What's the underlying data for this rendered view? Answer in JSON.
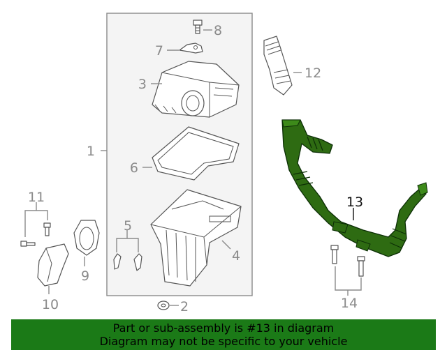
{
  "callouts": {
    "c1": "1",
    "c2": "2",
    "c3": "3",
    "c4": "4",
    "c5": "5",
    "c6": "6",
    "c7": "7",
    "c8": "8",
    "c9": "9",
    "c10": "10",
    "c11": "11",
    "c12": "12",
    "c13": "13",
    "c14": "14"
  },
  "colors": {
    "highlight_part": "#2e6b12",
    "banner_bg": "#1b7a17",
    "callout_gray": "#8a8a8a"
  },
  "banner": {
    "line1": "Part or sub-assembly is #13 in diagram",
    "line2": "Diagram may not be specific to your vehicle"
  }
}
